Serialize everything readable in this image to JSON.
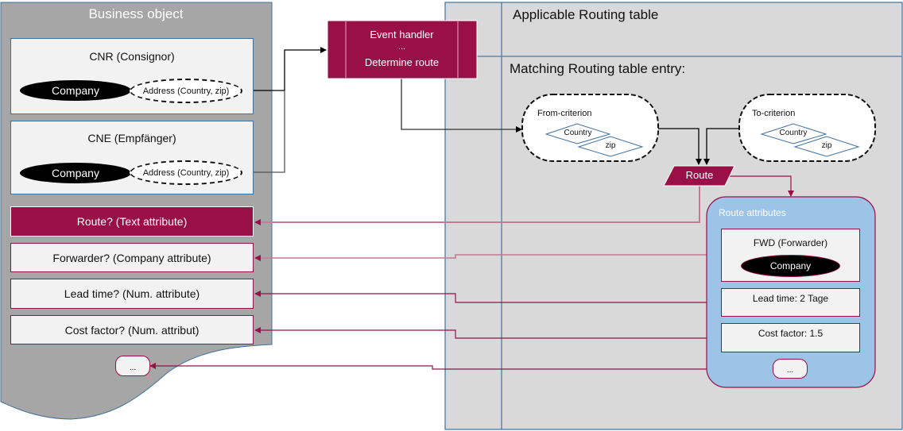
{
  "colors": {
    "accent": "#981046",
    "business_object_bg": "#a6a6a6",
    "routing_table_bg": "#d9d9d9",
    "route_attributes_bg": "#9dc3e6",
    "box_bg": "#f2f2f2",
    "border_blue": "#41719c"
  },
  "business_object": {
    "title": "Business object",
    "cnr": {
      "title": "CNR (Consignor)",
      "company": "Company",
      "address": "Address (Country, zip)"
    },
    "cne": {
      "title": "CNE (Empfänger)",
      "company": "Company",
      "address": "Address (Country, zip)"
    },
    "attributes": [
      {
        "label": "Route? (Text attribute)"
      },
      {
        "label": "Forwarder?  (Company attribute)"
      },
      {
        "label": "Lead time? (Num. attribute)"
      },
      {
        "label": "Cost factor? (Num. attribut)"
      }
    ],
    "more": "..."
  },
  "event_handler": {
    "line1": "Event handler",
    "line2": "...",
    "line3": "Determine route"
  },
  "routing_table": {
    "title": "Applicable Routing table",
    "entry_title": "Matching Routing table entry:",
    "from_criterion": {
      "title": "From-criterion",
      "country": "Country",
      "zip": "zip"
    },
    "to_criterion": {
      "title": "To-criterion",
      "country": "Country",
      "zip": "zip"
    },
    "route": "Route",
    "route_attributes": {
      "title": "Route attributes",
      "fwd_title": "FWD (Forwarder)",
      "fwd_company": "Company",
      "lead_time": "Lead time: 2 Tage",
      "cost_factor": "Cost factor: 1.5",
      "more": "..."
    }
  }
}
